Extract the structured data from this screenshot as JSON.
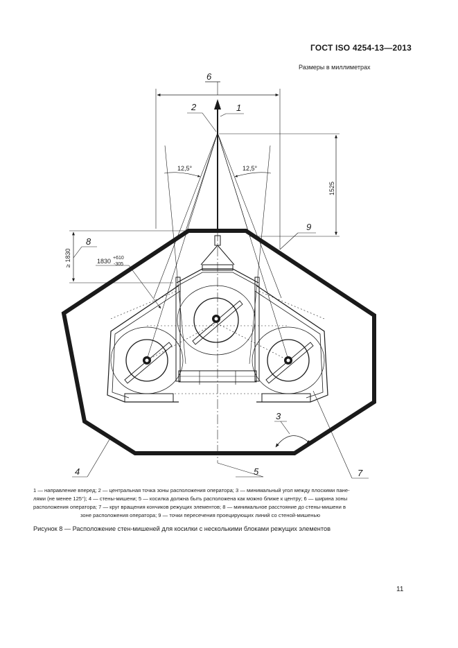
{
  "header": {
    "standard_code": "ГОСТ ISO 4254-13—2013",
    "dimensions_note": "Размеры в миллиметрах"
  },
  "figure": {
    "callouts": {
      "c1": "1",
      "c2": "2",
      "c3": "3",
      "c4": "4",
      "c5": "5",
      "c6": "6",
      "c7": "7",
      "c8": "8",
      "c9": "9"
    },
    "dimensions": {
      "angle_left": "12,5°",
      "angle_right": "12,5°",
      "height_1525": "1525",
      "min_1830": "≥ 1830",
      "tol_base": "1830",
      "tol_upper": "+610",
      "tol_lower": "-305"
    }
  },
  "legend": {
    "line1": "1 — направление вперед; 2 — центральная точка зоны расположения оператора; 3 — минимальный угол между плоскими пане-",
    "line2": "лями (не менее 125°); 4 — стены-мишени; 5 — косилка должна быть расположена как можно ближе к центру; 6 — ширина зоны",
    "line3": "расположения оператора; 7 — круг вращения кончиков режущих элементов; 8 — минимальное расстояние до стены-мишени в",
    "line4": "зоне расположения оператора; 9 — точки пересечения проецирующих линий со стеной-мишенью"
  },
  "caption": "Рисунок 8 — Расположение стен-мишеней для косилки с несколькими блоками режущих элементов",
  "page_number": "11"
}
